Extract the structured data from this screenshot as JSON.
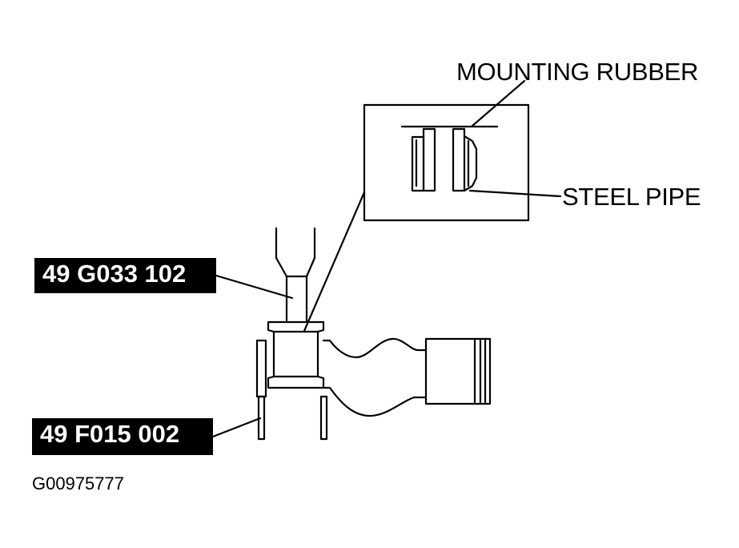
{
  "labels": {
    "mounting_rubber": "MOUNTING RUBBER",
    "steel_pipe": "STEEL PIPE"
  },
  "tools": {
    "installer": "49 G033 102",
    "support": "49 F015 002"
  },
  "figure_id": "G00975777"
}
